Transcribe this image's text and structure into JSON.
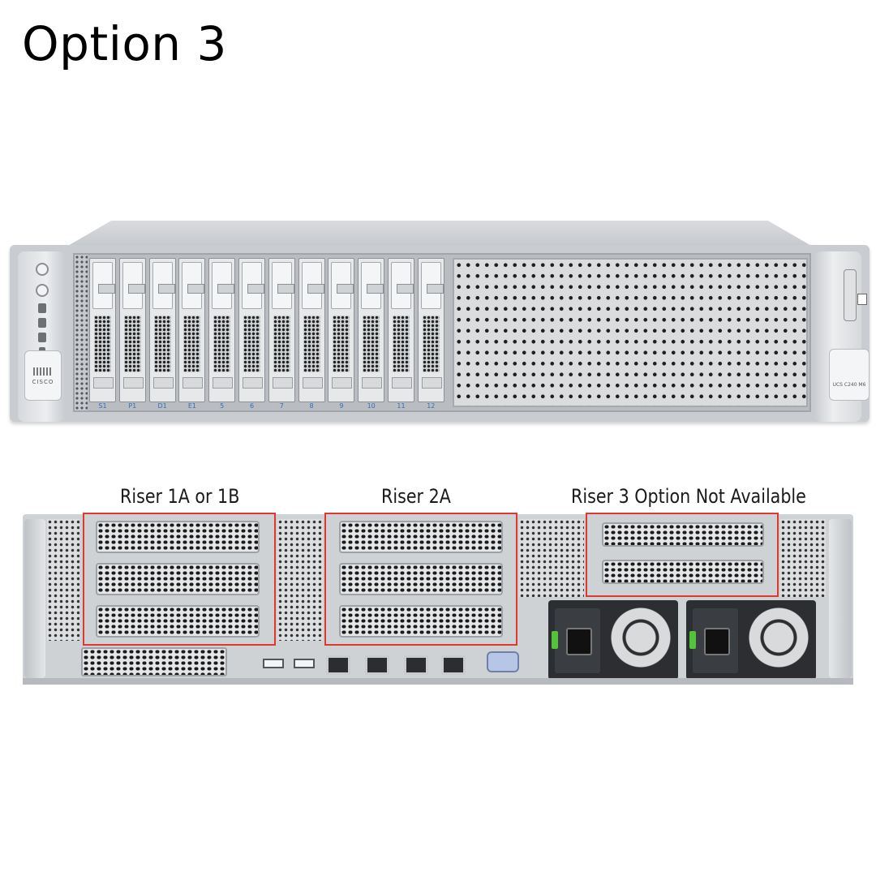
{
  "title": "Option 3",
  "front": {
    "drive_numbers": [
      "S1",
      "P1",
      "D1",
      "E1",
      "5",
      "6",
      "7",
      "8",
      "9",
      "10",
      "11",
      "12"
    ],
    "brand_logo": "CISCO",
    "model_badge": "UCS C240 M6"
  },
  "rear": {
    "riser_labels": {
      "riser1": "Riser 1A or 1B",
      "riser2": "Riser 2A",
      "riser3": "Riser 3 Option Not Available"
    },
    "highlight_color": "#e0382f"
  },
  "icons": [
    "power-icon",
    "locator-icon",
    "status-led-icon",
    "cisco-logo",
    "vga-port-icon",
    "ethernet-port-icon",
    "usb-port-icon",
    "psu-fan-icon"
  ]
}
